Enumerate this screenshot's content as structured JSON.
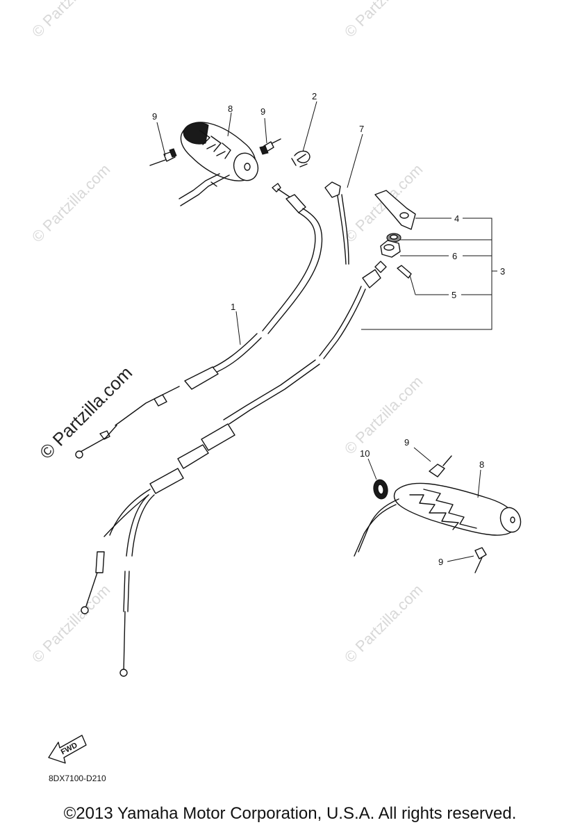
{
  "watermarks": {
    "faint": "© Partzilla.com",
    "main": "© Partzilla.com"
  },
  "callouts": {
    "c1": "1",
    "c2": "2",
    "c3": "3",
    "c4": "4",
    "c5": "5",
    "c6": "6",
    "c7": "7",
    "c8_left": "8",
    "c8_right": "8",
    "c9_a": "9",
    "c9_b": "9",
    "c9_c": "9",
    "c9_d": "9",
    "c10": "10"
  },
  "fwd_label": "FWD",
  "diagram_code": "8DX7100-D210",
  "copyright": "©2013 Yamaha Motor Corporation, U.S.A. All rights reserved."
}
